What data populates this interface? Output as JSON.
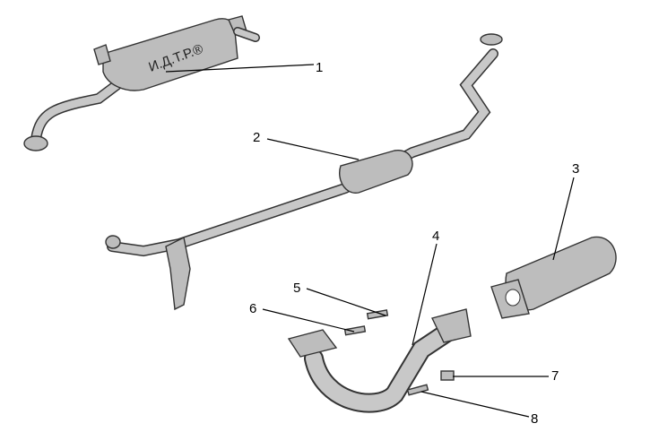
{
  "diagram": {
    "watermark": "И.Д.Т.Р.®",
    "callouts": [
      {
        "label": "1",
        "part": "muffler"
      },
      {
        "label": "2",
        "part": "center-pipe-with-resonator"
      },
      {
        "label": "3",
        "part": "catalytic-converter"
      },
      {
        "label": "4",
        "part": "front-pipe"
      },
      {
        "label": "5",
        "part": "bolt"
      },
      {
        "label": "6",
        "part": "bolt"
      },
      {
        "label": "7",
        "part": "nut"
      },
      {
        "label": "8",
        "part": "bolt"
      }
    ]
  }
}
